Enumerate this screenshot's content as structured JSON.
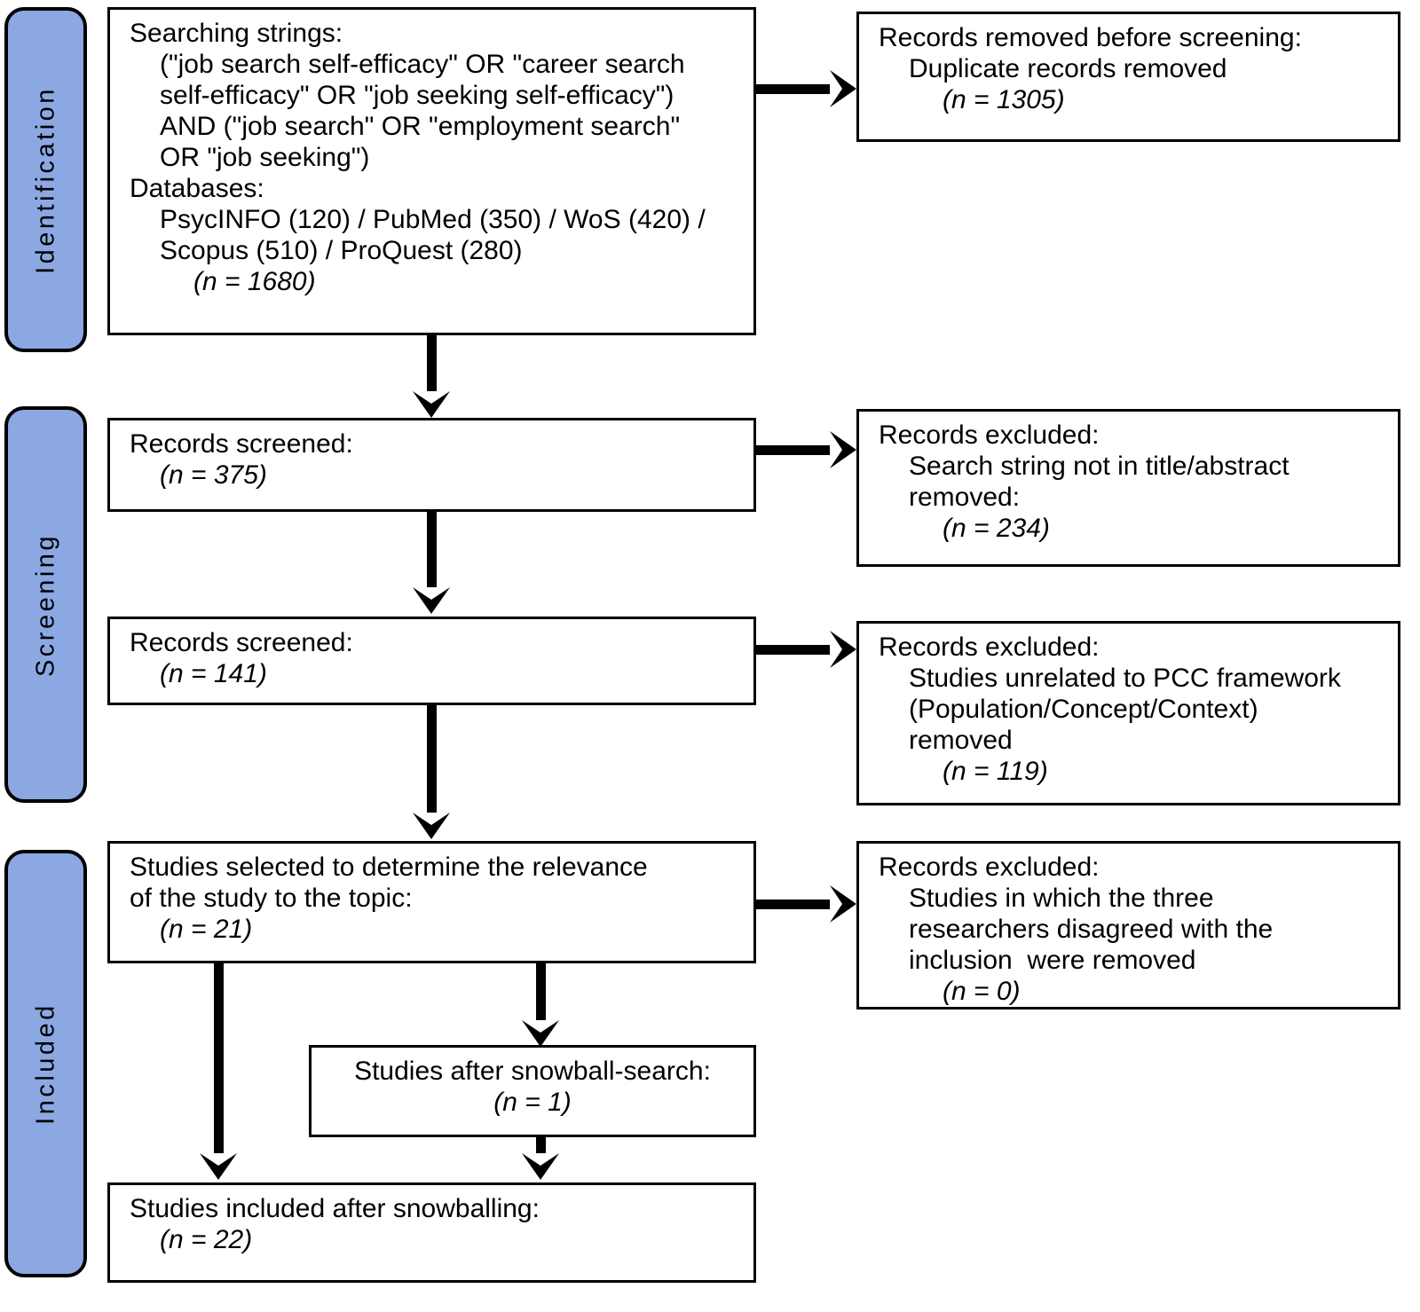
{
  "phases": [
    {
      "label": "Identification"
    },
    {
      "label": "Screening"
    },
    {
      "label": "Included"
    }
  ],
  "boxes": {
    "identification_search": {
      "lines": [
        "Searching strings:",
        "(\"job search self-efficacy\" OR \"career search",
        "self-efficacy\" OR \"job seeking self-efficacy\")",
        "AND (\"job search\" OR \"employment search\"",
        "OR \"job seeking\")",
        "Databases:",
        "PsycINFO (120) / PubMed (350) / WoS (420) /",
        "Scopus (510) / ProQuest (280)",
        "(n = 1680)"
      ]
    },
    "duplicates_removed": {
      "line1": "Records removed before screening:",
      "line2": "Duplicate records removed",
      "n": "(n = 1305)"
    },
    "records_screened_1": {
      "line1": "Records screened:",
      "n": "(n = 375)"
    },
    "excluded_1": {
      "line1": "Records excluded:",
      "line2": "Search string not in title/abstract",
      "line3": "removed:",
      "n": "(n = 234)"
    },
    "records_screened_2": {
      "line1": "Records screened:",
      "n": "(n = 141)"
    },
    "excluded_2": {
      "line1": "Records excluded:",
      "line2": "Studies unrelated to PCC framework",
      "line3": "(Population/Concept/Context)",
      "line4": "removed",
      "n": "(n = 119)"
    },
    "studies_selected": {
      "line1": "Studies selected to determine the relevance",
      "line2": "of the study to the topic:",
      "n": "(n = 21)"
    },
    "excluded_3": {
      "line1": "Records excluded:",
      "line2": "Studies in which the three",
      "line3": "researchers disagreed with the",
      "line4": "inclusion  were removed",
      "n": "(n = 0)"
    },
    "snowball": {
      "line1": "Studies after snowball-search:",
      "n": "(n = 1)"
    },
    "included_final": {
      "line1": "Studies included after snowballing:",
      "n": "(n = 22)"
    }
  },
  "colors": {
    "phase_fill": "#8BA8E3",
    "stroke": "#000000",
    "box_fill": "#FFFFFF"
  }
}
